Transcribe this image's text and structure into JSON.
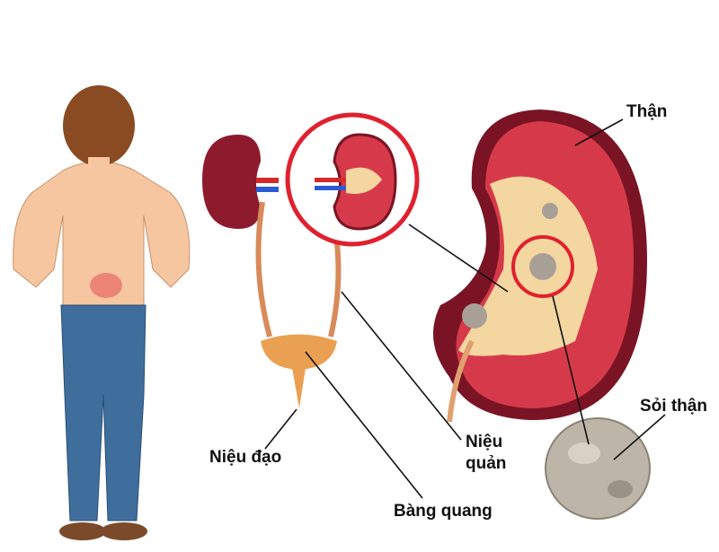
{
  "labels": {
    "kidney": "Thận",
    "kidney_stone": "Sỏi thận",
    "ureter_line1": "Niệu",
    "ureter_line2": "quản",
    "urethra": "Niệu đạo",
    "bladder": "Bàng quang"
  },
  "colors": {
    "kidney_red": "#d63a4a",
    "kidney_dark": "#7a1424",
    "pelvis": "#f3d6a0",
    "highlight_circle": "#e0202e",
    "skin": "#f5c6a0",
    "jeans": "#3f6e9c",
    "hair": "#8a4a22",
    "stone": "#bdb6a8"
  }
}
